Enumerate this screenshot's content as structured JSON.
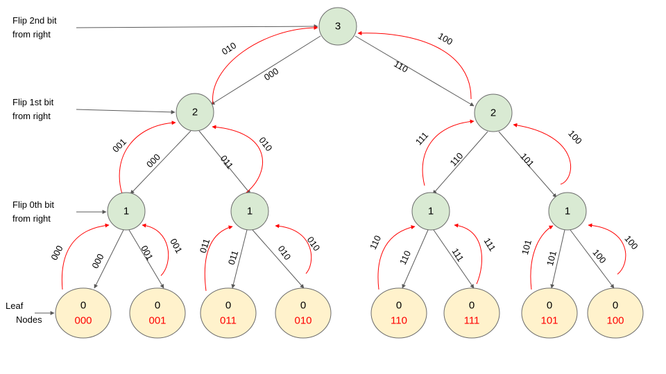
{
  "labels": {
    "flip_2nd": [
      "Flip 2nd bit",
      "from right"
    ],
    "flip_1st": [
      "Flip 1st bit",
      "from right"
    ],
    "flip_0th": [
      "Flip 0th bit",
      "from right"
    ],
    "leaf": [
      "Leaf",
      "Nodes"
    ]
  },
  "colors": {
    "internal_fill": "#d9ead3",
    "internal_stroke": "#6b6b6b",
    "leaf_fill": "#fff2cc",
    "leaf_stroke": "#6b6b6b",
    "edge": "#595959",
    "return_arrow": "#ff0000",
    "leaf_code_text": "#ff0000",
    "text": "#000000"
  },
  "nodes": {
    "root": {
      "value": "3"
    },
    "l2_left": {
      "value": "2"
    },
    "l2_right": {
      "value": "2"
    },
    "l1_a": {
      "value": "1"
    },
    "l1_b": {
      "value": "1"
    },
    "l1_c": {
      "value": "1"
    },
    "l1_d": {
      "value": "1"
    },
    "leaves": [
      {
        "value": "0",
        "code": "000"
      },
      {
        "value": "0",
        "code": "001"
      },
      {
        "value": "0",
        "code": "011"
      },
      {
        "value": "0",
        "code": "010"
      },
      {
        "value": "0",
        "code": "110"
      },
      {
        "value": "0",
        "code": "111"
      },
      {
        "value": "0",
        "code": "101"
      },
      {
        "value": "0",
        "code": "100"
      }
    ]
  },
  "edge_labels": {
    "root_left_down": "000",
    "root_right_down": "110",
    "root_left_up": "010",
    "root_right_up": "100",
    "l2l_a_down": "000",
    "l2l_b_down": "011",
    "l2l_a_up": "001",
    "l2l_b_up": "010",
    "l2r_c_down": "110",
    "l2r_d_down": "101",
    "l2r_c_up": "111",
    "l2r_d_up": "100",
    "l1a_leaf0_down": "000",
    "l1a_leaf1_down": "001",
    "l1a_leaf0_up": "000",
    "l1a_leaf1_up": "001",
    "l1b_leaf2_down": "011",
    "l1b_leaf3_down": "010",
    "l1b_leaf2_up": "011",
    "l1b_leaf3_up": "010",
    "l1c_leaf4_down": "110",
    "l1c_leaf5_down": "111",
    "l1c_leaf4_up": "110",
    "l1c_leaf5_up": "111",
    "l1d_leaf6_down": "101",
    "l1d_leaf7_down": "100",
    "l1d_leaf6_up": "101",
    "l1d_leaf7_up": "100"
  }
}
